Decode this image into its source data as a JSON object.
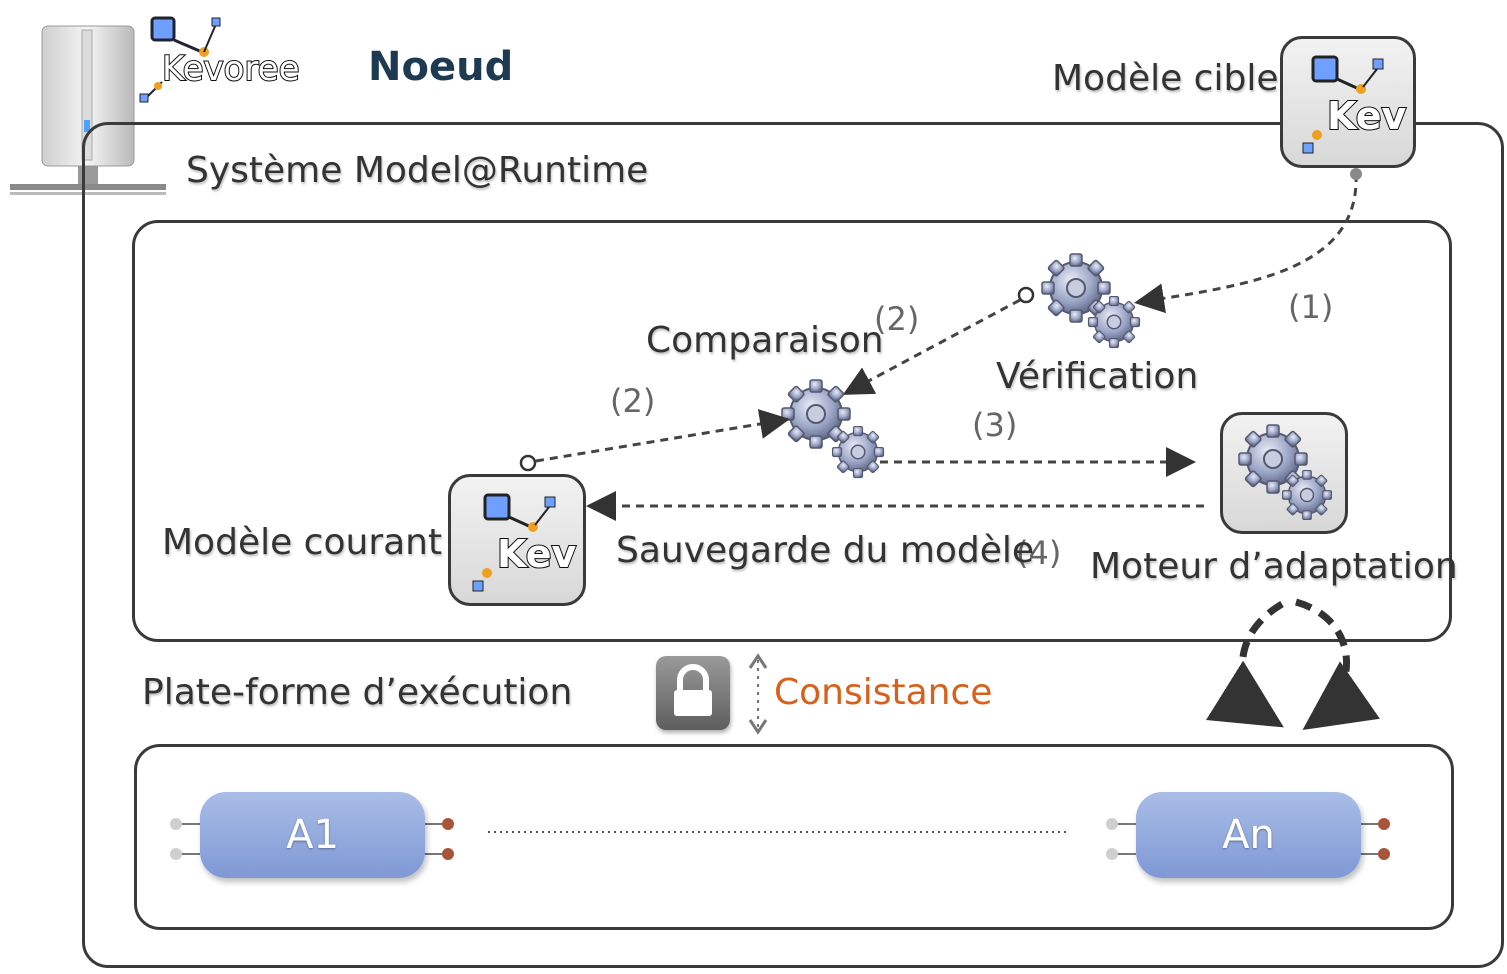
{
  "header": {
    "brand": "Kevoree",
    "title": "Noeud"
  },
  "system": {
    "label": "Système Model@Runtime"
  },
  "target_model": {
    "label": "Modèle cible",
    "icon": "kev-model-icon",
    "icon_text": "Kev"
  },
  "current_model": {
    "label": "Modèle courant",
    "icon_text": "Kev"
  },
  "steps": {
    "s1": "(1)",
    "s2a": "(2)",
    "s2b": "(2)",
    "s3": "(3)",
    "s4": "(4)"
  },
  "nodes": {
    "verification": "Vérification",
    "comparison": "Comparaison",
    "save": "Sauvegarde du modèle",
    "engine": "Moteur d’adaptation"
  },
  "platform": {
    "label": "Plate-forme d’exécution",
    "consistency": "Consistance"
  },
  "components": {
    "first": "A1",
    "last": "An"
  },
  "colors": {
    "accent": "#d9601a",
    "frame": "#3a3a3a",
    "component": "#8fa8dd",
    "title": "#1e3a52"
  }
}
